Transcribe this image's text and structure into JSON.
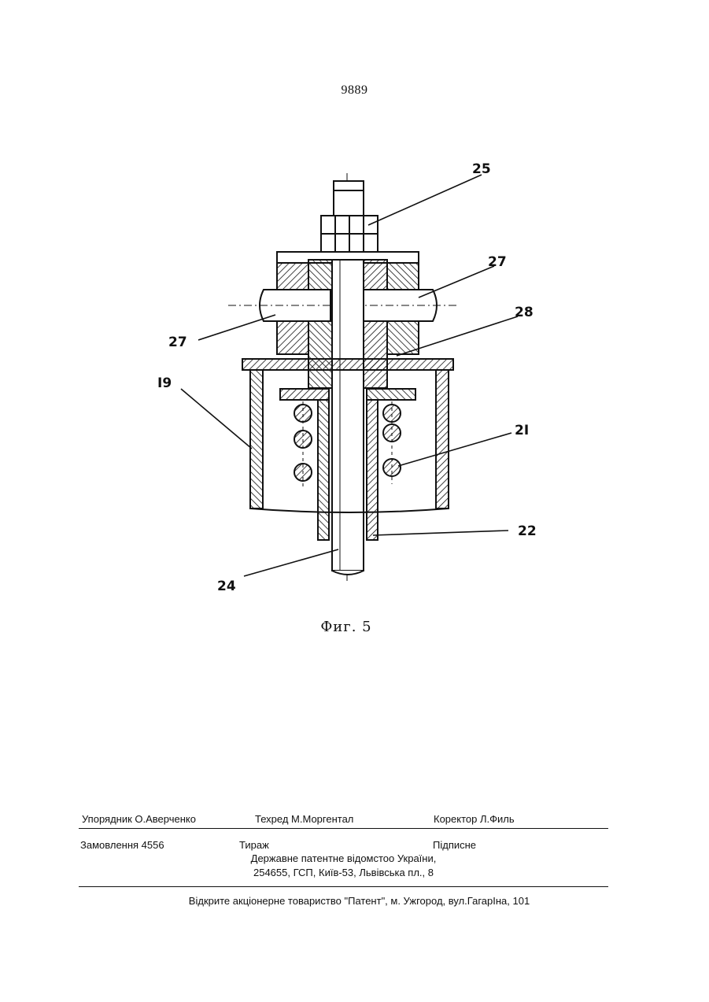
{
  "page_number": "9889",
  "figure": {
    "caption": "Фиг. 5",
    "labels": {
      "l25": "25",
      "l27a": "27",
      "l27b": "27",
      "l28": "28",
      "l19": "I9",
      "l21": "2I",
      "l22": "22",
      "l24": "24"
    }
  },
  "footer": {
    "compiler": "Упорядник О.Аверченко",
    "techred": "Техред М.Моргентал",
    "corrector": "Коректор Л.Филь",
    "order": "Замовлення 4556",
    "circulation": "Тираж",
    "subscription": "Підписне",
    "office": "Державне патентне відомстоо України,",
    "address": "254655, ГСП, Київ-53, Львівська пл., 8",
    "printer": "Відкрите акціонерне товариство  \"Патент\", м. Ужгород, вул.ГагарІна, 101"
  }
}
